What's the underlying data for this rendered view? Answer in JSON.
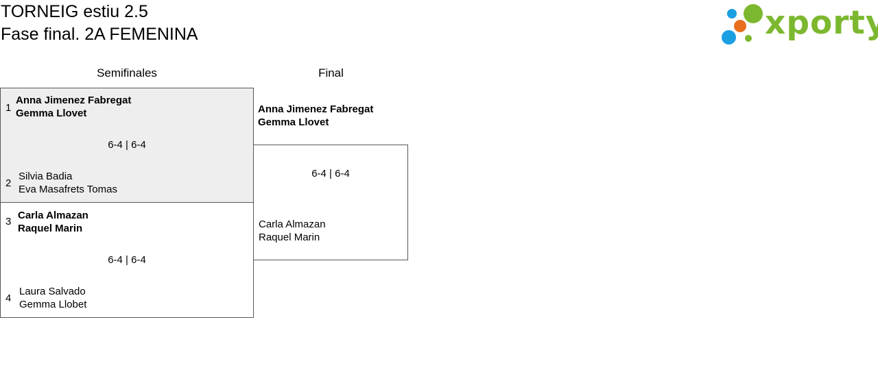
{
  "header": {
    "title_line1": "TORNEIG estiu 2.5",
    "title_line2": "Fase final. 2A FEMENINA"
  },
  "logo": {
    "text": "xporty",
    "green": "#7cb82f",
    "orange": "#e86f1e",
    "blue": "#1a9fe3"
  },
  "rounds": {
    "semifinals_label": "Semifinales",
    "final_label": "Final"
  },
  "semifinals": [
    {
      "seed_top": "1",
      "top": [
        "Anna Jimenez Fabregat",
        "Gemma Llovet"
      ],
      "score": "6-4 | 6-4",
      "seed_bottom": "2",
      "bottom": [
        "Silvia Badia",
        "Eva Masafrets Tomas"
      ]
    },
    {
      "seed_top": "3",
      "top": [
        "Carla Almazan",
        "Raquel Marin"
      ],
      "score": "6-4 | 6-4",
      "seed_bottom": "4",
      "bottom": [
        "Laura Salvado",
        "Gemma Llobet"
      ]
    }
  ],
  "final": {
    "top": [
      "Anna Jimenez Fabregat",
      "Gemma Llovet"
    ],
    "score": "6-4 | 6-4",
    "bottom": [
      "Carla Almazan",
      "Raquel Marin"
    ]
  }
}
